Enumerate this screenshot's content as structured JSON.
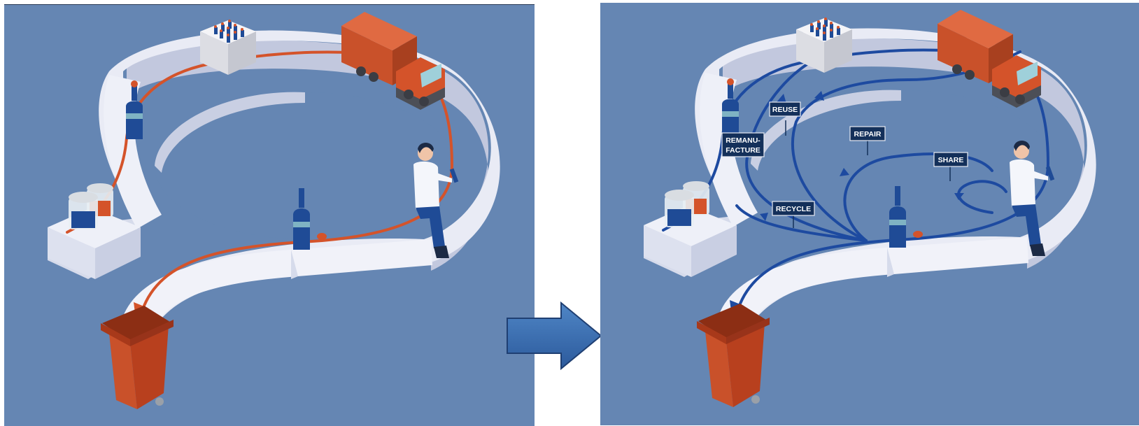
{
  "diagram": {
    "left_panel": {
      "flow": "linear",
      "flow_color": "#d4532a"
    },
    "transition": {
      "icon": "right-arrow-icon",
      "color": "#3b6db1"
    },
    "right_panel": {
      "flow": "circular",
      "flow_color": "#1d4aa0",
      "loop_labels": {
        "reuse": "REUSE",
        "remanufacture_line1": "REMANU-",
        "remanufacture_line2": "FACTURE",
        "repair": "REPAIR",
        "share": "SHARE",
        "recycle": "RECYCLE"
      }
    },
    "colors": {
      "background": "#6586b3",
      "track": "#e9ebf5",
      "track_shadow": "#c2c8de",
      "truck": "#d4532a",
      "bin": "#b8401e",
      "bottle": "#1f4b96"
    }
  }
}
